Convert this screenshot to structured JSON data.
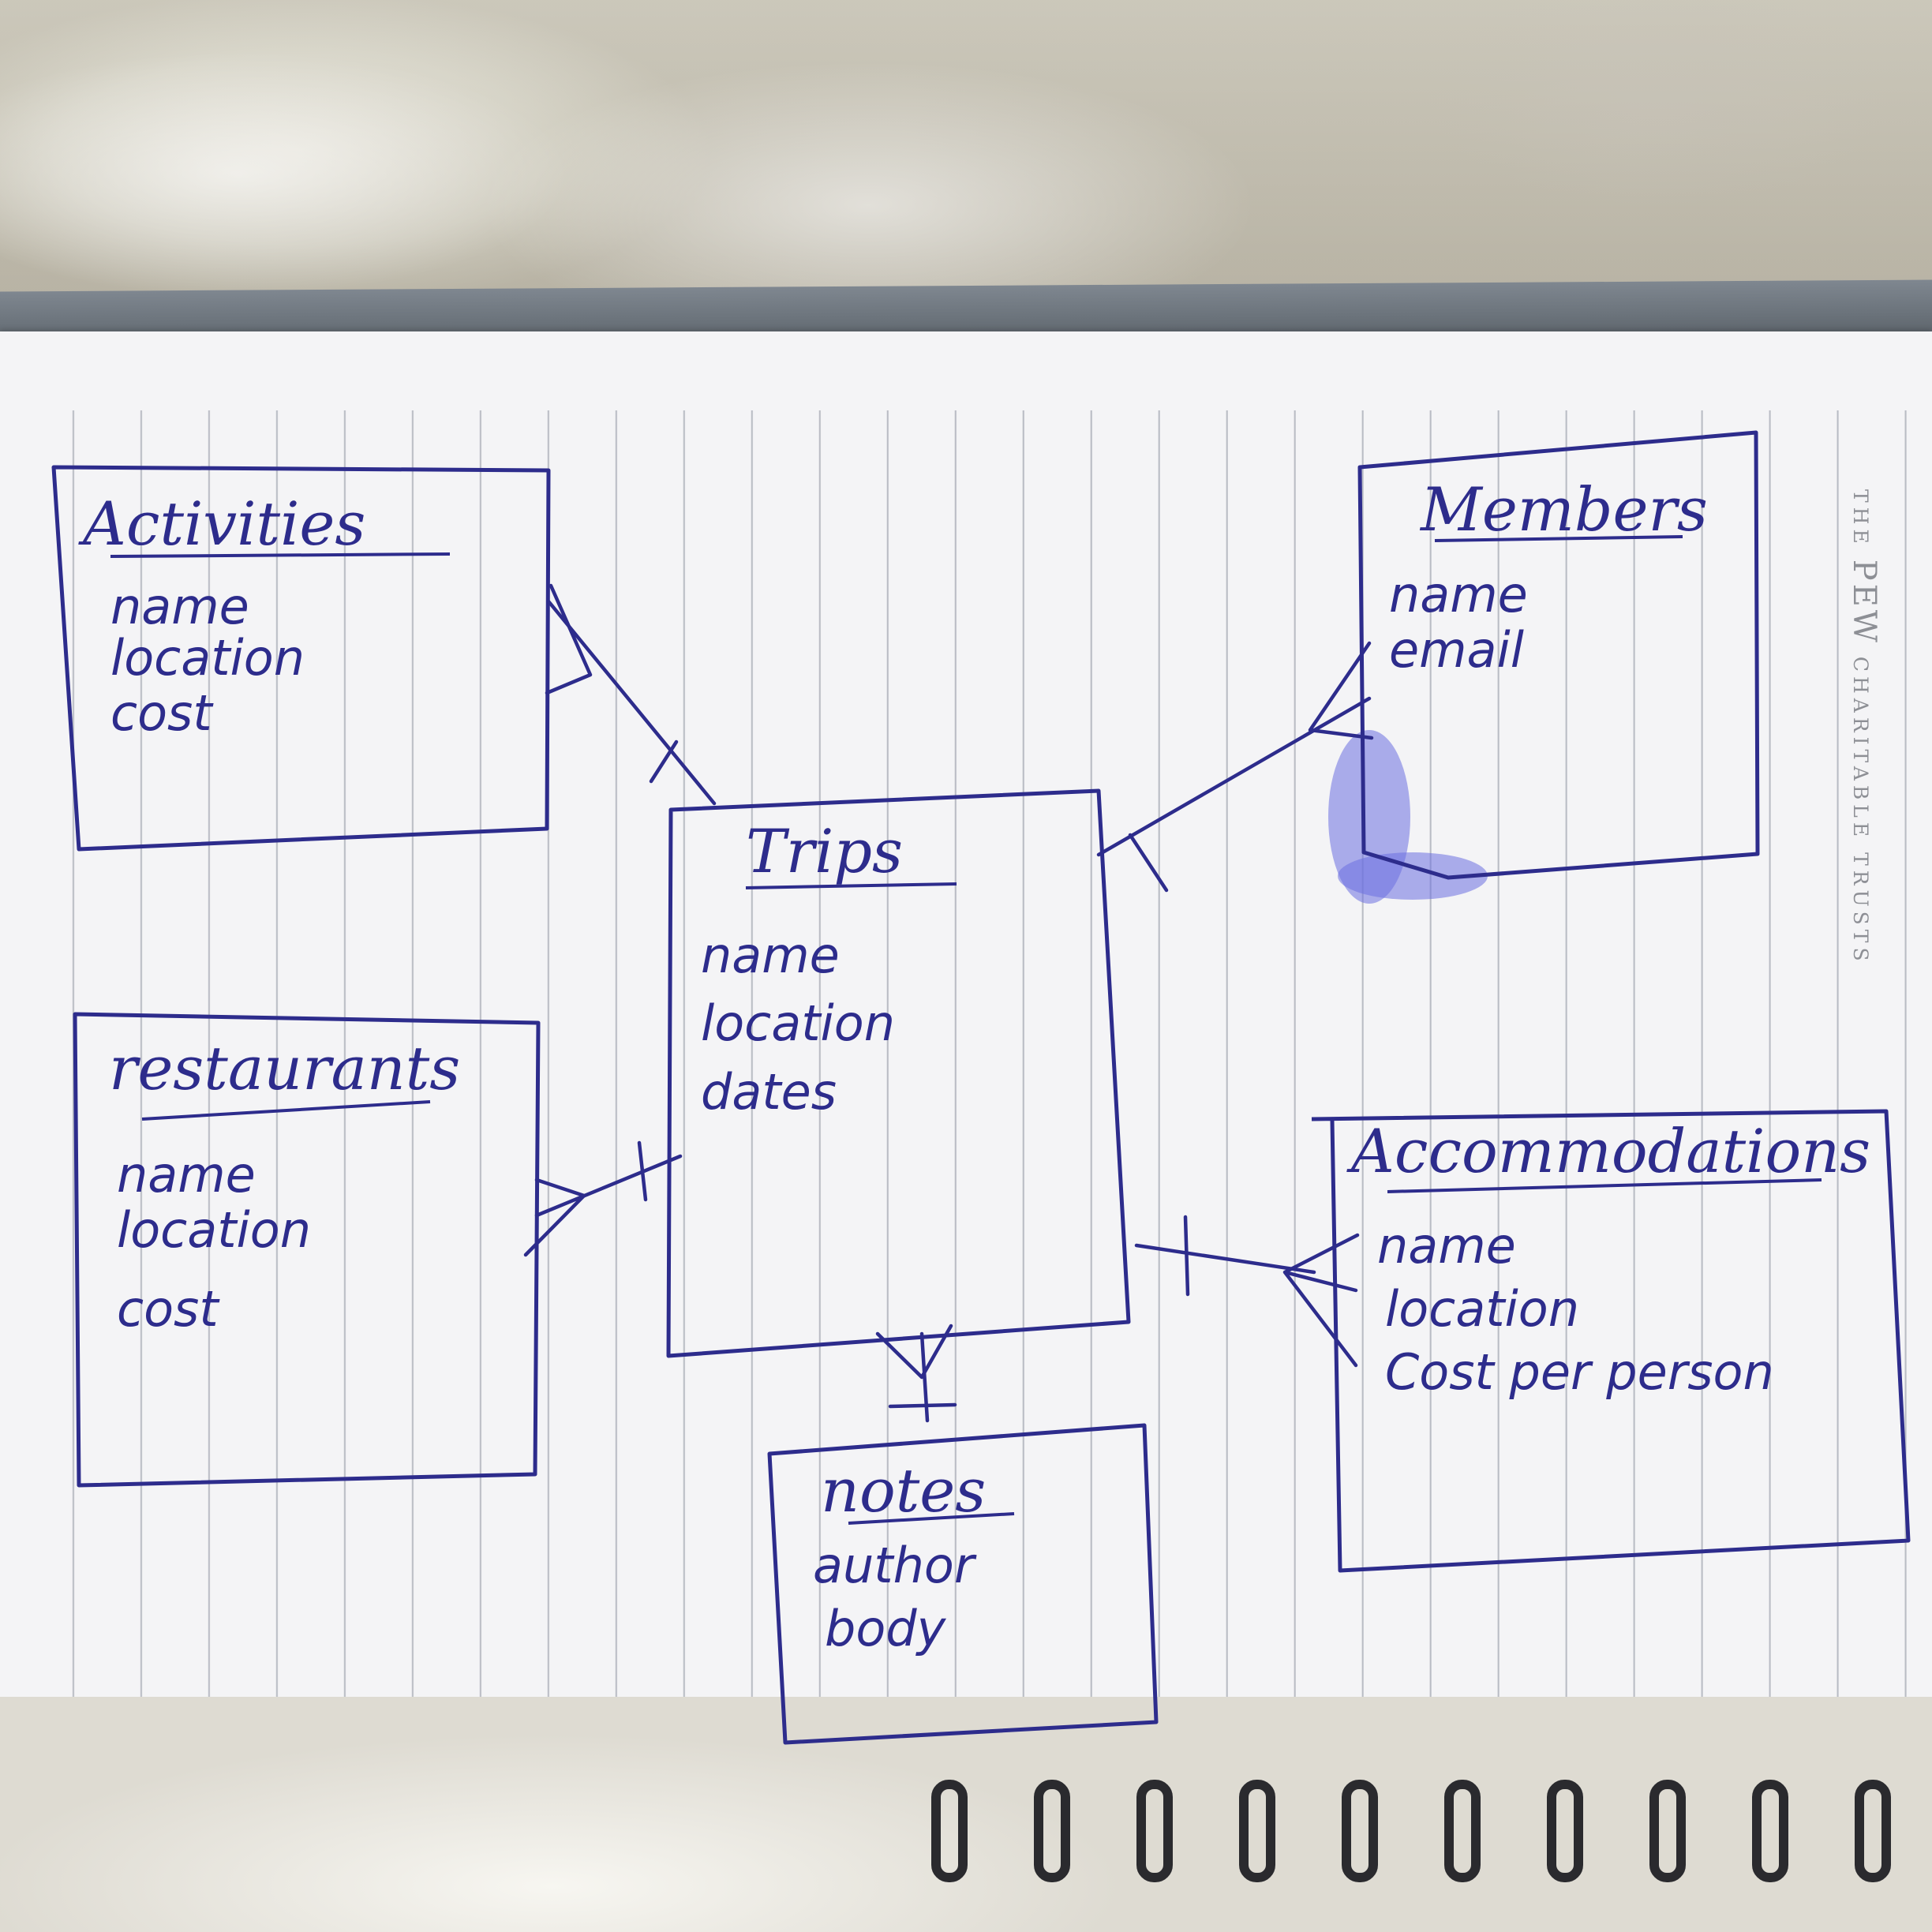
{
  "brand": {
    "line1": "THE",
    "line2": "PEW",
    "line3": "CHARITABLE TRUSTS"
  },
  "entities": {
    "activities": {
      "title": "Activities",
      "attrs": [
        "name",
        "location",
        "cost"
      ]
    },
    "members": {
      "title": "Members",
      "attrs": [
        "name",
        "email"
      ]
    },
    "trips": {
      "title": "Trips",
      "attrs": [
        "name",
        "location",
        "dates"
      ]
    },
    "restaurants": {
      "title": "restaurants",
      "attrs": [
        "name",
        "location",
        "cost"
      ]
    },
    "accommodations": {
      "title": "Accommodations",
      "attrs": [
        "name",
        "location",
        "Cost per person"
      ]
    },
    "notes": {
      "title": "notes",
      "attrs": [
        "author",
        "body"
      ]
    }
  },
  "colors": {
    "ink": "#2d2c8c",
    "paper": "#f4f4f6",
    "rule_lines": "#b9bcc4"
  }
}
